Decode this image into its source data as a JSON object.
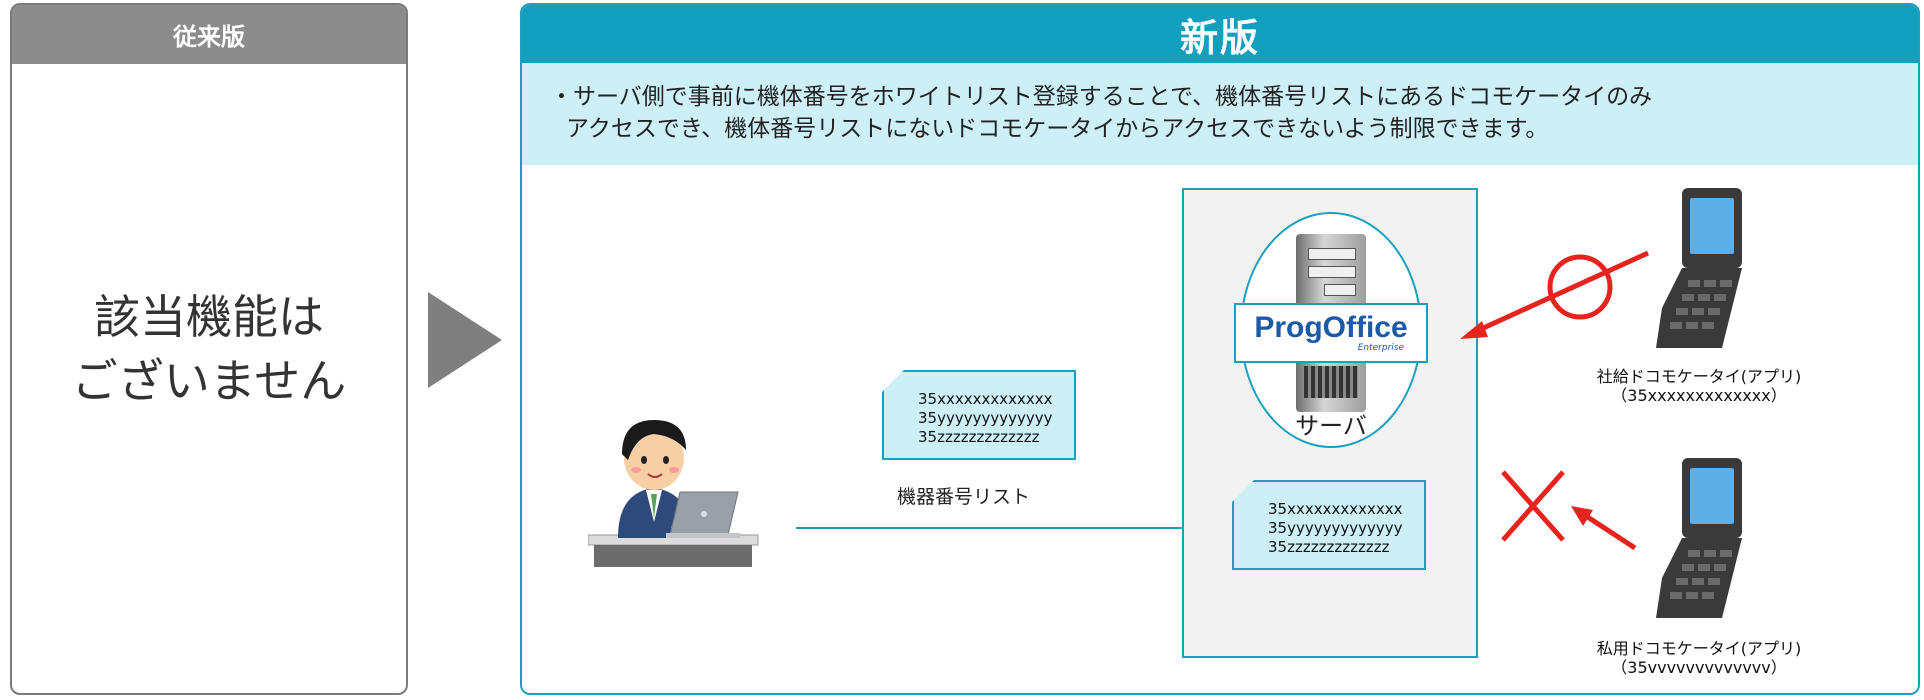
{
  "old_version": {
    "header": "従来版",
    "body_line1": "該当機能は",
    "body_line2": "ございません"
  },
  "new_version": {
    "header": "新版",
    "description_line1": "・サーバ側で事前に機体番号をホワイトリスト登録することで、機体番号リストにあるドコモケータイのみ",
    "description_line2": "アクセスでき、機体番号リストにないドコモケータイからアクセスできないよう制限できます。"
  },
  "diagram": {
    "list_document": {
      "lines": [
        "35xxxxxxxxxxxxx",
        "35yyyyyyyyyyyyy",
        "35zzzzzzzzzzzzz"
      ]
    },
    "list_caption": "機器番号リスト",
    "server_document": {
      "lines": [
        "35xxxxxxxxxxxxx",
        "35yyyyyyyyyyyyy",
        "35zzzzzzzzzzzzz"
      ]
    },
    "server_label": "サーバ",
    "logo_main": "ProgOffice",
    "logo_sub": "Enterprise",
    "phone_company_label_line1": "社給ドコモケータイ(アプリ)",
    "phone_company_label_line2": "（35xxxxxxxxxxxxx）",
    "phone_private_label_line1": "私用ドコモケータイ(アプリ)",
    "phone_private_label_line2": "（35vvvvvvvvvvvvv）"
  },
  "colors": {
    "accent": "#13a0bf",
    "light_accent": "#cdeff8",
    "gray": "#8c8c8c",
    "red": "#e8231e",
    "phone": "#3a3a3a"
  },
  "icons": [
    "person-at-laptop-icon",
    "server-tower-icon",
    "feature-phone-icon",
    "circle-ok-icon",
    "cross-ng-icon",
    "right-triangle-arrow-icon"
  ]
}
